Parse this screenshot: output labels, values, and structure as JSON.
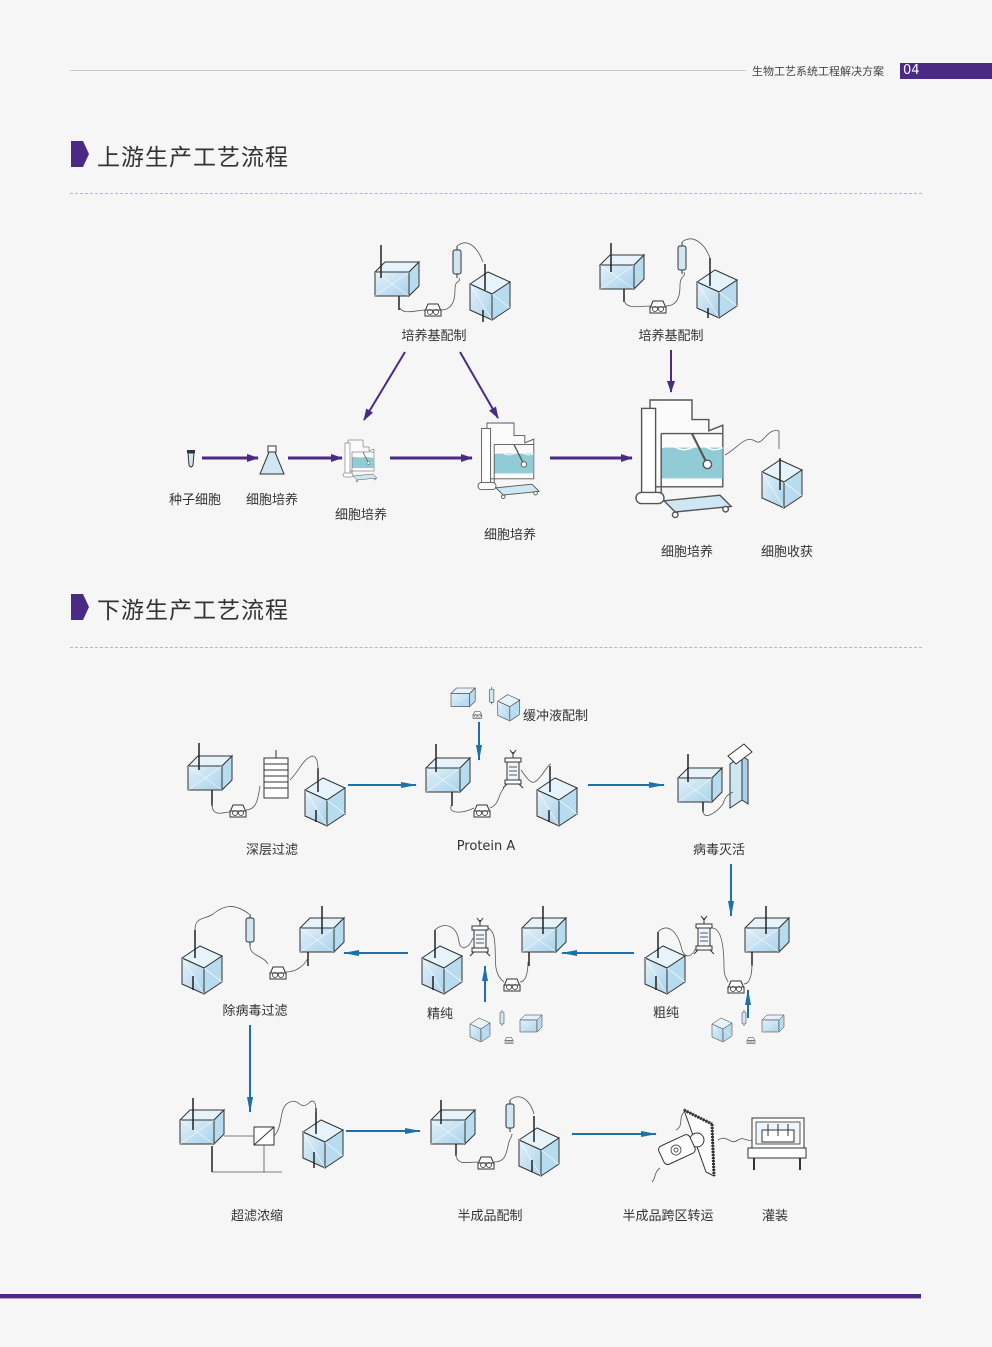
{
  "header": {
    "title": "生物工艺系统工程解决方案",
    "page_number": "04"
  },
  "colors": {
    "brand_purple": "#4b2a86",
    "upstream_arrow": "#4b2a86",
    "downstream_arrow": "#1f6fa8",
    "liquid": "#7ec3cf",
    "tank_fill": "#cfe6f3"
  },
  "upstream": {
    "title": "上游生产工艺流程",
    "nodes": {
      "media_prep_1": "培养基配制",
      "media_prep_2": "培养基配制",
      "seed_cells": "种子细胞",
      "flask_culture": "细胞培养",
      "small_bioreactor": "细胞培养",
      "mid_bioreactor": "细胞培养",
      "large_bioreactor": "细胞培养",
      "harvest": "细胞收获"
    }
  },
  "downstream": {
    "title": "下游生产工艺流程",
    "nodes": {
      "buffer_prep": "缓冲液配制",
      "depth_filtration": "深层过滤",
      "protein_a": "Protein A",
      "viral_inactivation": "病毒灭活",
      "virus_removal_filtration": "除病毒过滤",
      "polishing": "精纯",
      "crude_purification": "粗纯",
      "ultrafiltration": "超滤浓缩",
      "intermediate_prep": "半成品配制",
      "transfer": "半成品跨区转运",
      "filling": "灌装"
    }
  }
}
